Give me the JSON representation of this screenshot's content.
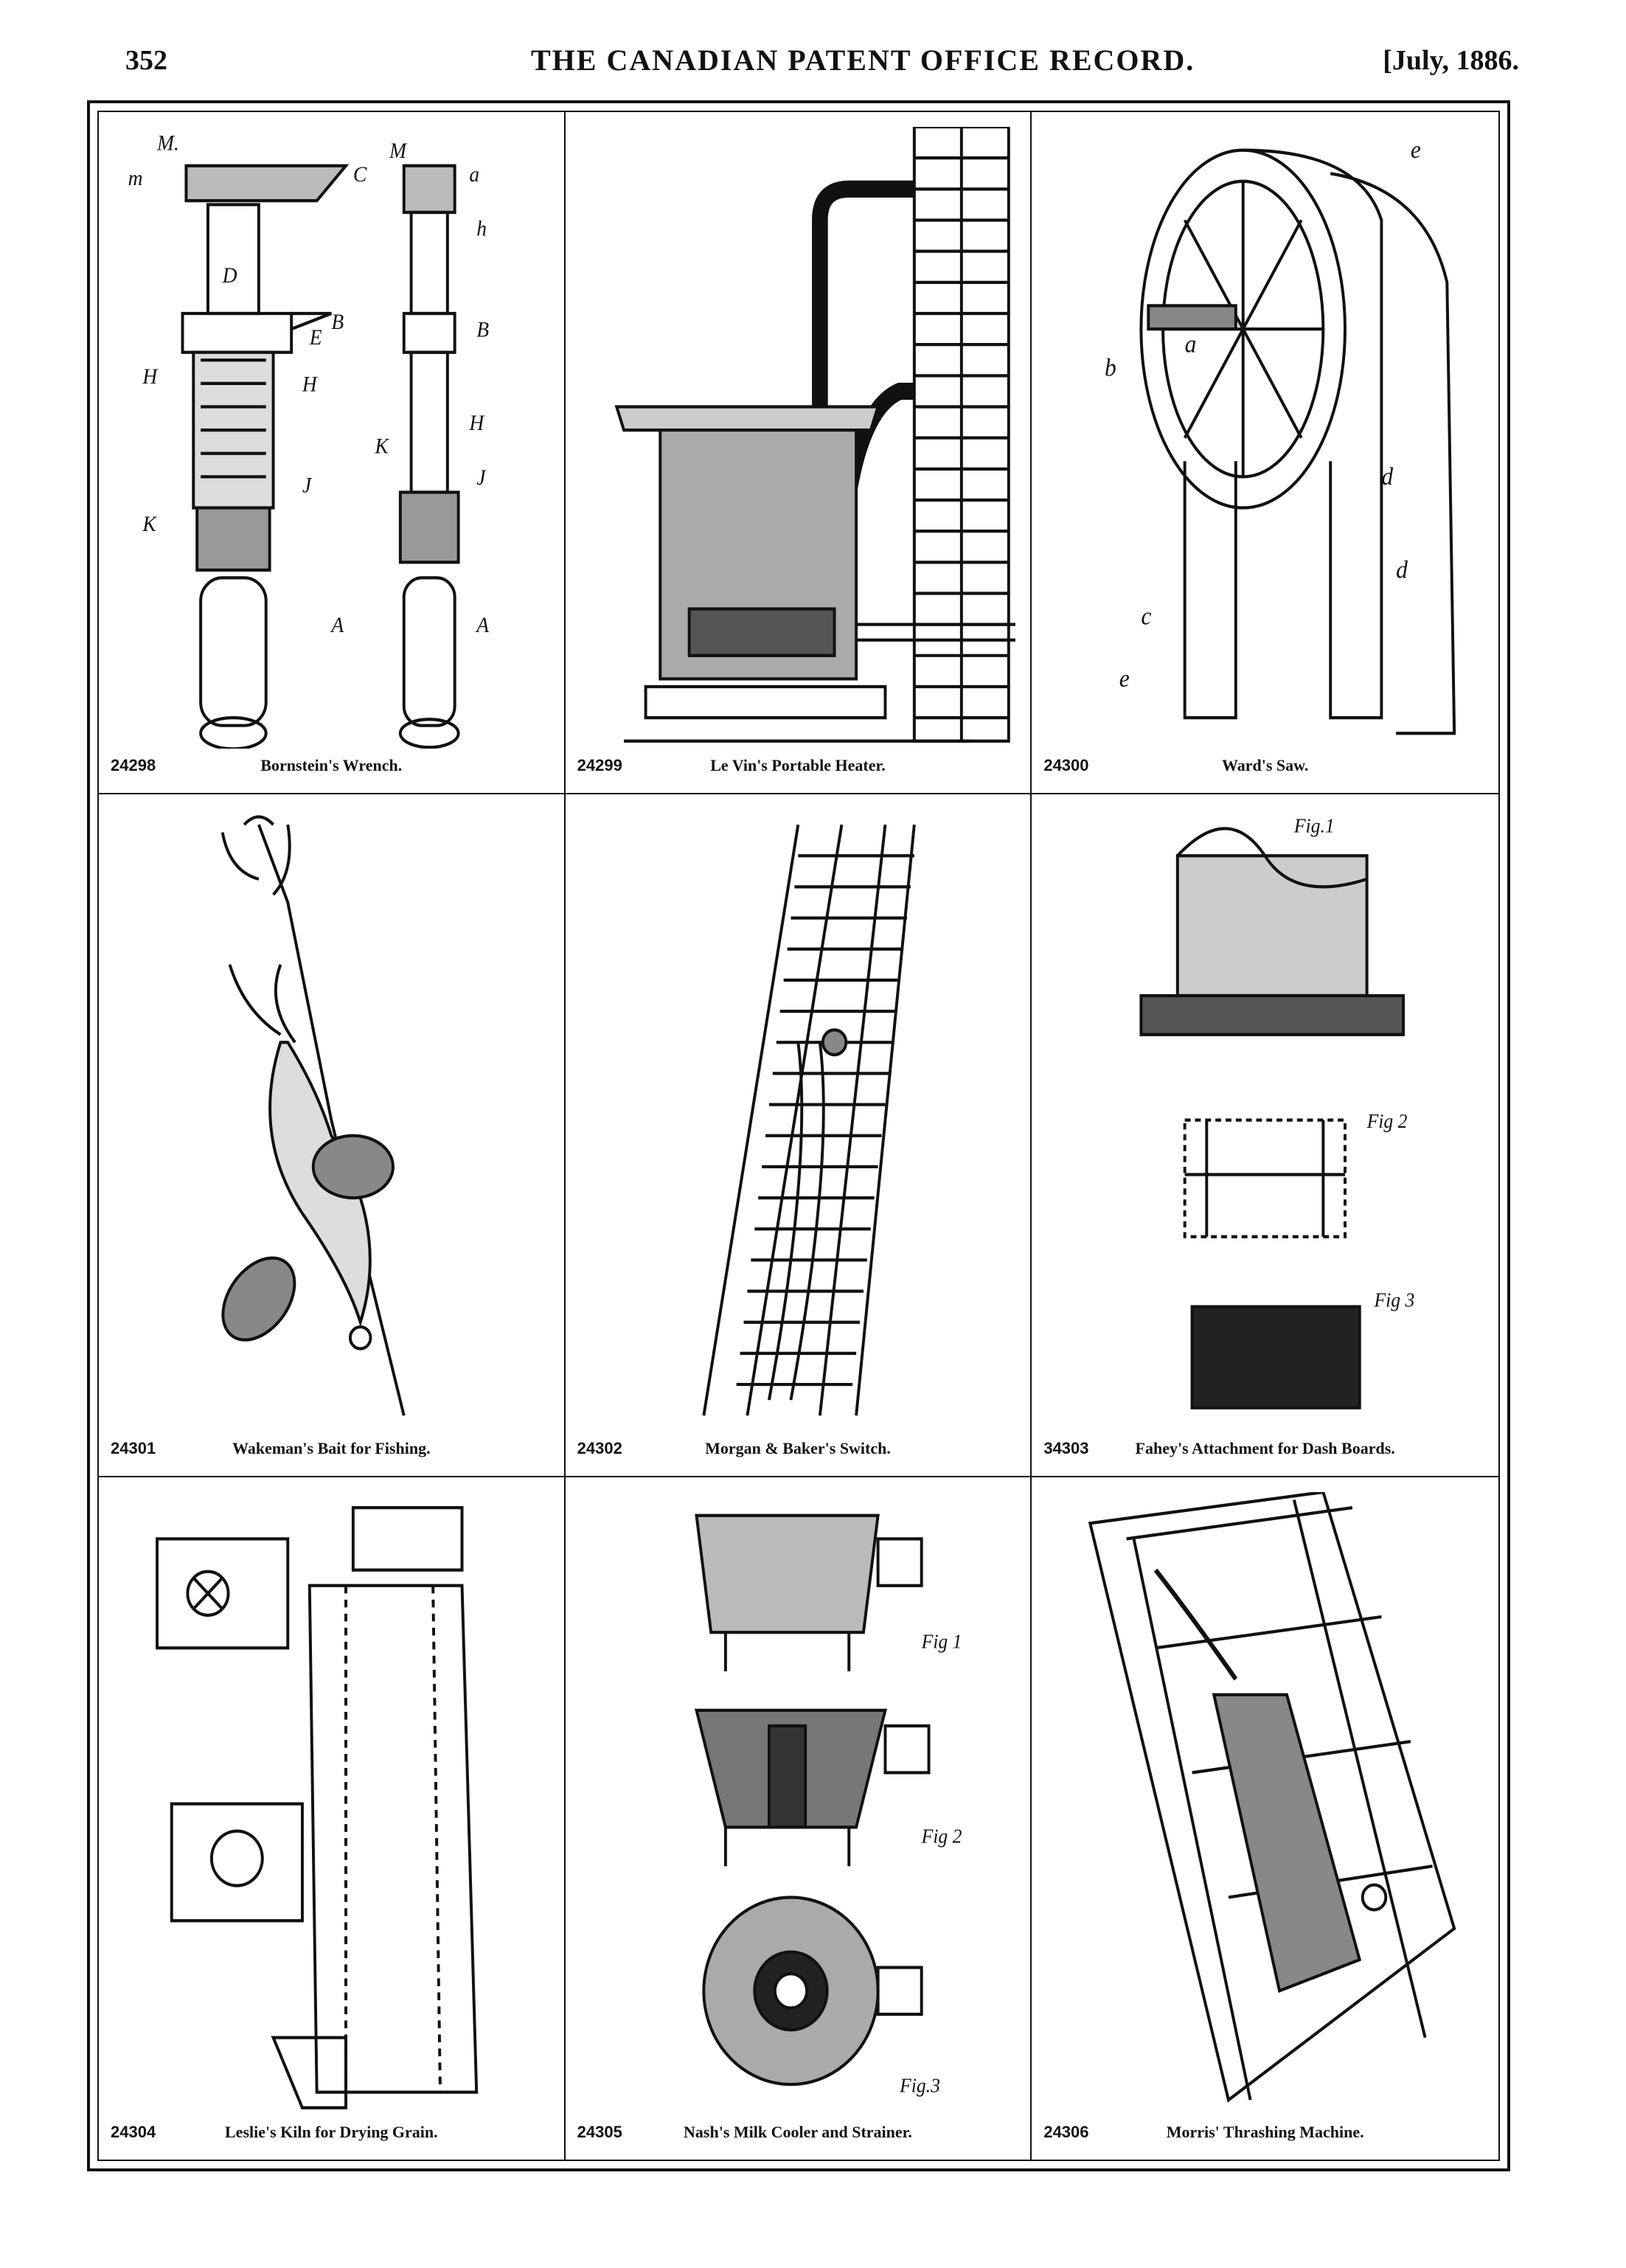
{
  "header": {
    "page_number": "352",
    "journal_title": "THE CANADIAN PATENT OFFICE RECORD.",
    "date": "[July, 1886."
  },
  "patents": [
    {
      "number": "24298",
      "title": "Bornstein's Wrench."
    },
    {
      "number": "24299",
      "title": "Le Vin's Portable Heater."
    },
    {
      "number": "24300",
      "title": "Ward's Saw."
    },
    {
      "number": "24301",
      "title": "Wakeman's Bait for Fishing."
    },
    {
      "number": "24302",
      "title": "Morgan & Baker's Switch."
    },
    {
      "number": "34303",
      "title": "Fahey's Attachment for Dash Boards."
    },
    {
      "number": "24304",
      "title": "Leslie's Kiln for Drying Grain."
    },
    {
      "number": "24305",
      "title": "Nash's Milk Cooler and Strainer."
    },
    {
      "number": "24306",
      "title": "Morris' Thrashing Machine."
    }
  ],
  "figure_labels": {
    "fahey": [
      "Fig.1",
      "Fig 2",
      "Fig 3"
    ],
    "nash": [
      "Fig 1",
      "Fig 2",
      "Fig.3"
    ]
  }
}
